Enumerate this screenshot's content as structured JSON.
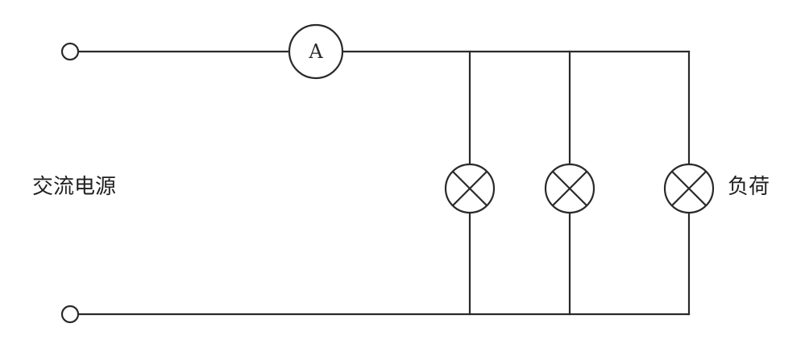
{
  "diagram": {
    "ammeter_symbol": "A",
    "source_label": "交流电源",
    "load_label": "负荷",
    "lamp_count": 3
  }
}
